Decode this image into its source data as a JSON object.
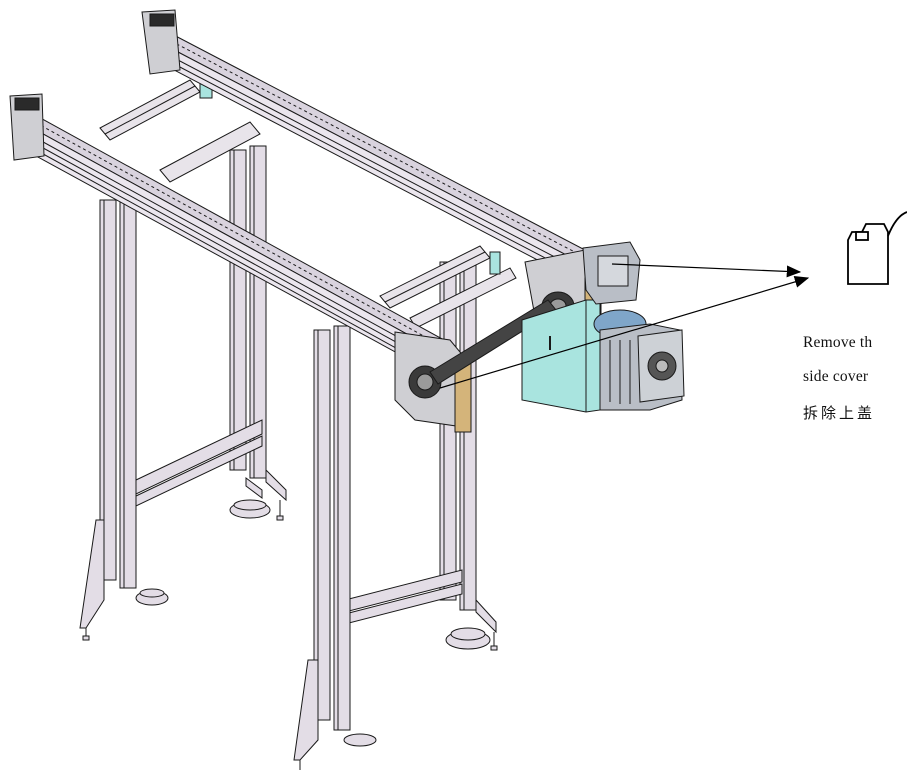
{
  "instruction": {
    "line1": "Remove th",
    "line2": "side cover",
    "line3": "拆除上盖"
  },
  "icons": {
    "oil_can": "oil-can-icon"
  },
  "colors": {
    "frame_fill": "#e3dde6",
    "frame_line": "#1a1a1a",
    "guard_cyan": "#a9e4df",
    "bracket_brass": "#d4b47a",
    "motor_gray": "#b9bec6",
    "belt_blue": "#7fa6c9"
  }
}
